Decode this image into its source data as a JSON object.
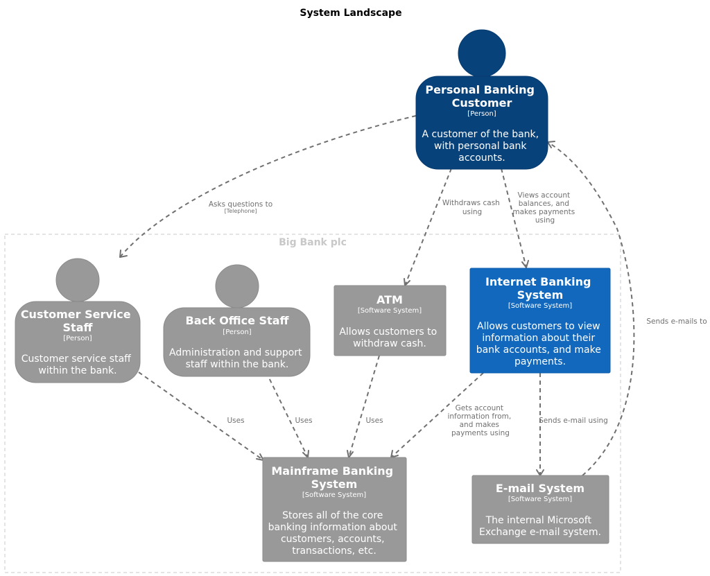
{
  "title": "System Landscape",
  "boundary": {
    "label": "Big Bank plc"
  },
  "colors": {
    "person_dark": "#08427b",
    "system_focus": "#1168bd",
    "external_grey": "#999999",
    "edge": "#707070",
    "boundary": "#c8c8c8"
  },
  "nodes": {
    "customer": {
      "name": [
        "Personal Banking",
        "Customer"
      ],
      "type": "[Person]",
      "desc": [
        "A customer of the bank,",
        "with personal bank",
        "accounts."
      ]
    },
    "css": {
      "name": [
        "Customer Service",
        "Staff"
      ],
      "type": "[Person]",
      "desc": [
        "Customer service staff",
        "within the bank."
      ]
    },
    "backoffice": {
      "name": [
        "Back Office Staff"
      ],
      "type": "[Person]",
      "desc": [
        "Administration and support",
        "staff within the bank."
      ]
    },
    "atm": {
      "name": [
        "ATM"
      ],
      "type": "[Software System]",
      "desc": [
        "Allows customers to",
        "withdraw cash."
      ]
    },
    "ibs": {
      "name": [
        "Internet Banking",
        "System"
      ],
      "type": "[Software System]",
      "desc": [
        "Allows customers to view",
        "information about their",
        "bank accounts, and make",
        "payments."
      ]
    },
    "mainframe": {
      "name": [
        "Mainframe Banking",
        "System"
      ],
      "type": "[Software System]",
      "desc": [
        "Stores all of the core",
        "banking information about",
        "customers, accounts,",
        "transactions, etc."
      ]
    },
    "email": {
      "name": [
        "E-mail System"
      ],
      "type": "[Software System]",
      "desc": [
        "The internal Microsoft",
        "Exchange e-mail system."
      ]
    }
  },
  "edges": {
    "asks": {
      "label": [
        "Asks questions to"
      ],
      "tech": "[Telephone]"
    },
    "withdraws": {
      "label": [
        "Withdraws cash",
        "using"
      ]
    },
    "views": {
      "label": [
        "Views account",
        "balances, and",
        "makes payments",
        "using"
      ]
    },
    "sends_to": {
      "label": [
        "Sends e-mails to"
      ]
    },
    "css_uses": {
      "label": [
        "Uses"
      ]
    },
    "bo_uses": {
      "label": [
        "Uses"
      ]
    },
    "atm_uses": {
      "label": [
        "Uses"
      ]
    },
    "gets": {
      "label": [
        "Gets account",
        "information from,",
        "and makes",
        "payments using"
      ]
    },
    "sends_using": {
      "label": [
        "Sends e-mail using"
      ]
    }
  }
}
